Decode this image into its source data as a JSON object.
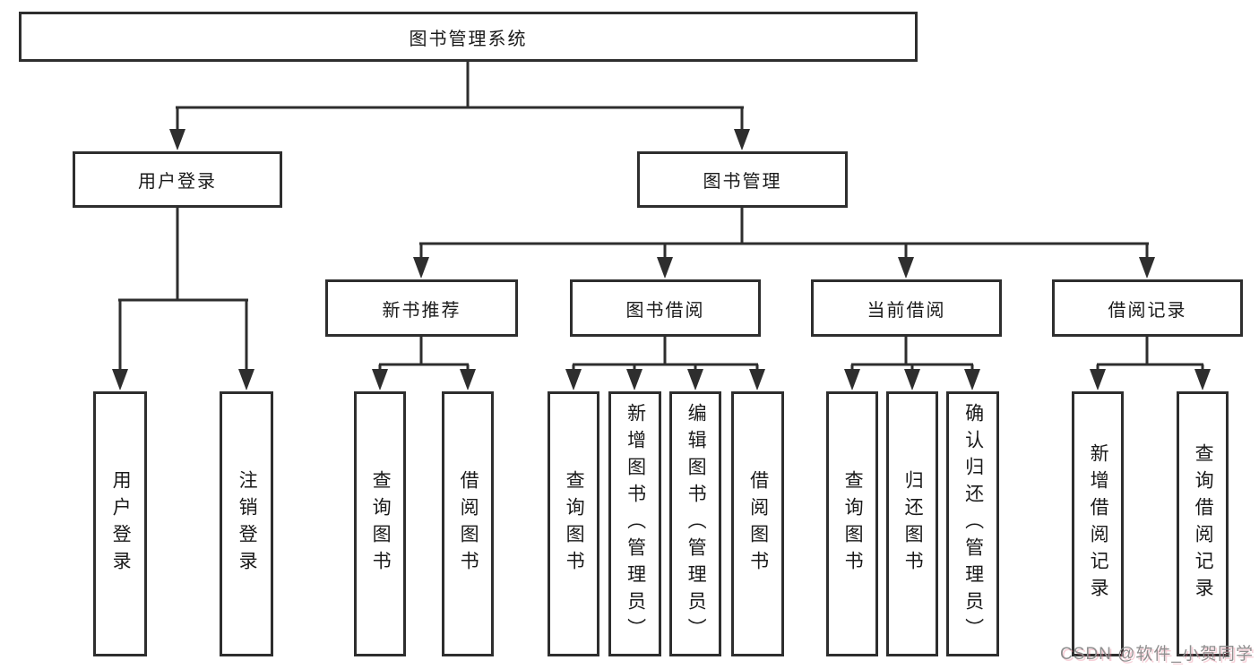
{
  "diagram": {
    "root": "图书管理系统",
    "level2": {
      "user_login": "用户登录",
      "book_mgmt": "图书管理"
    },
    "level3": {
      "new_book": "新书推荐",
      "book_borrow": "图书借阅",
      "current_borrow": "当前借阅",
      "borrow_record": "借阅记录"
    },
    "leaves": {
      "user_login": [
        "用户登录",
        "注销登录"
      ],
      "new_book": [
        "查询图书",
        "借阅图书"
      ],
      "book_borrow": [
        "查询图书",
        "新增图书（管理员）",
        "编辑图书（管理员）",
        "借阅图书"
      ],
      "current_borrow": [
        "查询图书",
        "归还图书",
        "确认归还（管理员）"
      ],
      "borrow_record": [
        "新增借阅记录",
        "查询借阅记录"
      ]
    },
    "colors": {
      "stroke": "#2e2e2e",
      "text": "#1a1a1a",
      "watermark_gray": "#8f8f8f"
    }
  },
  "watermark": "CSDN @软件_小贺同学"
}
